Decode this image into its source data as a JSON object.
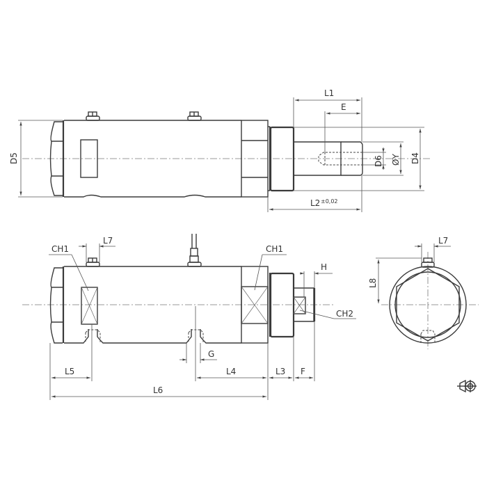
{
  "drawing": {
    "type": "technical dimension drawing",
    "views": [
      "side-view-top",
      "side-view-bottom",
      "end-view"
    ],
    "top_view": {
      "dimensions": {
        "d5": "D5",
        "l1": "L1",
        "e": "E",
        "d6": "D6",
        "oy": "ØY",
        "d4": "D4",
        "l2": "L2",
        "l2_tol": "±0,02"
      }
    },
    "bottom_view": {
      "dimensions": {
        "ch1_left": "CH1",
        "ch1_right": "CH1",
        "ch2": "CH2",
        "l7": "L7",
        "h": "H",
        "g": "G",
        "l5": "L5",
        "l4": "L4",
        "l3": "L3",
        "f": "F",
        "l6": "L6"
      }
    },
    "end_view": {
      "dimensions": {
        "l7": "L7",
        "l8": "L8"
      }
    },
    "projection_symbol": "first-angle projection"
  }
}
